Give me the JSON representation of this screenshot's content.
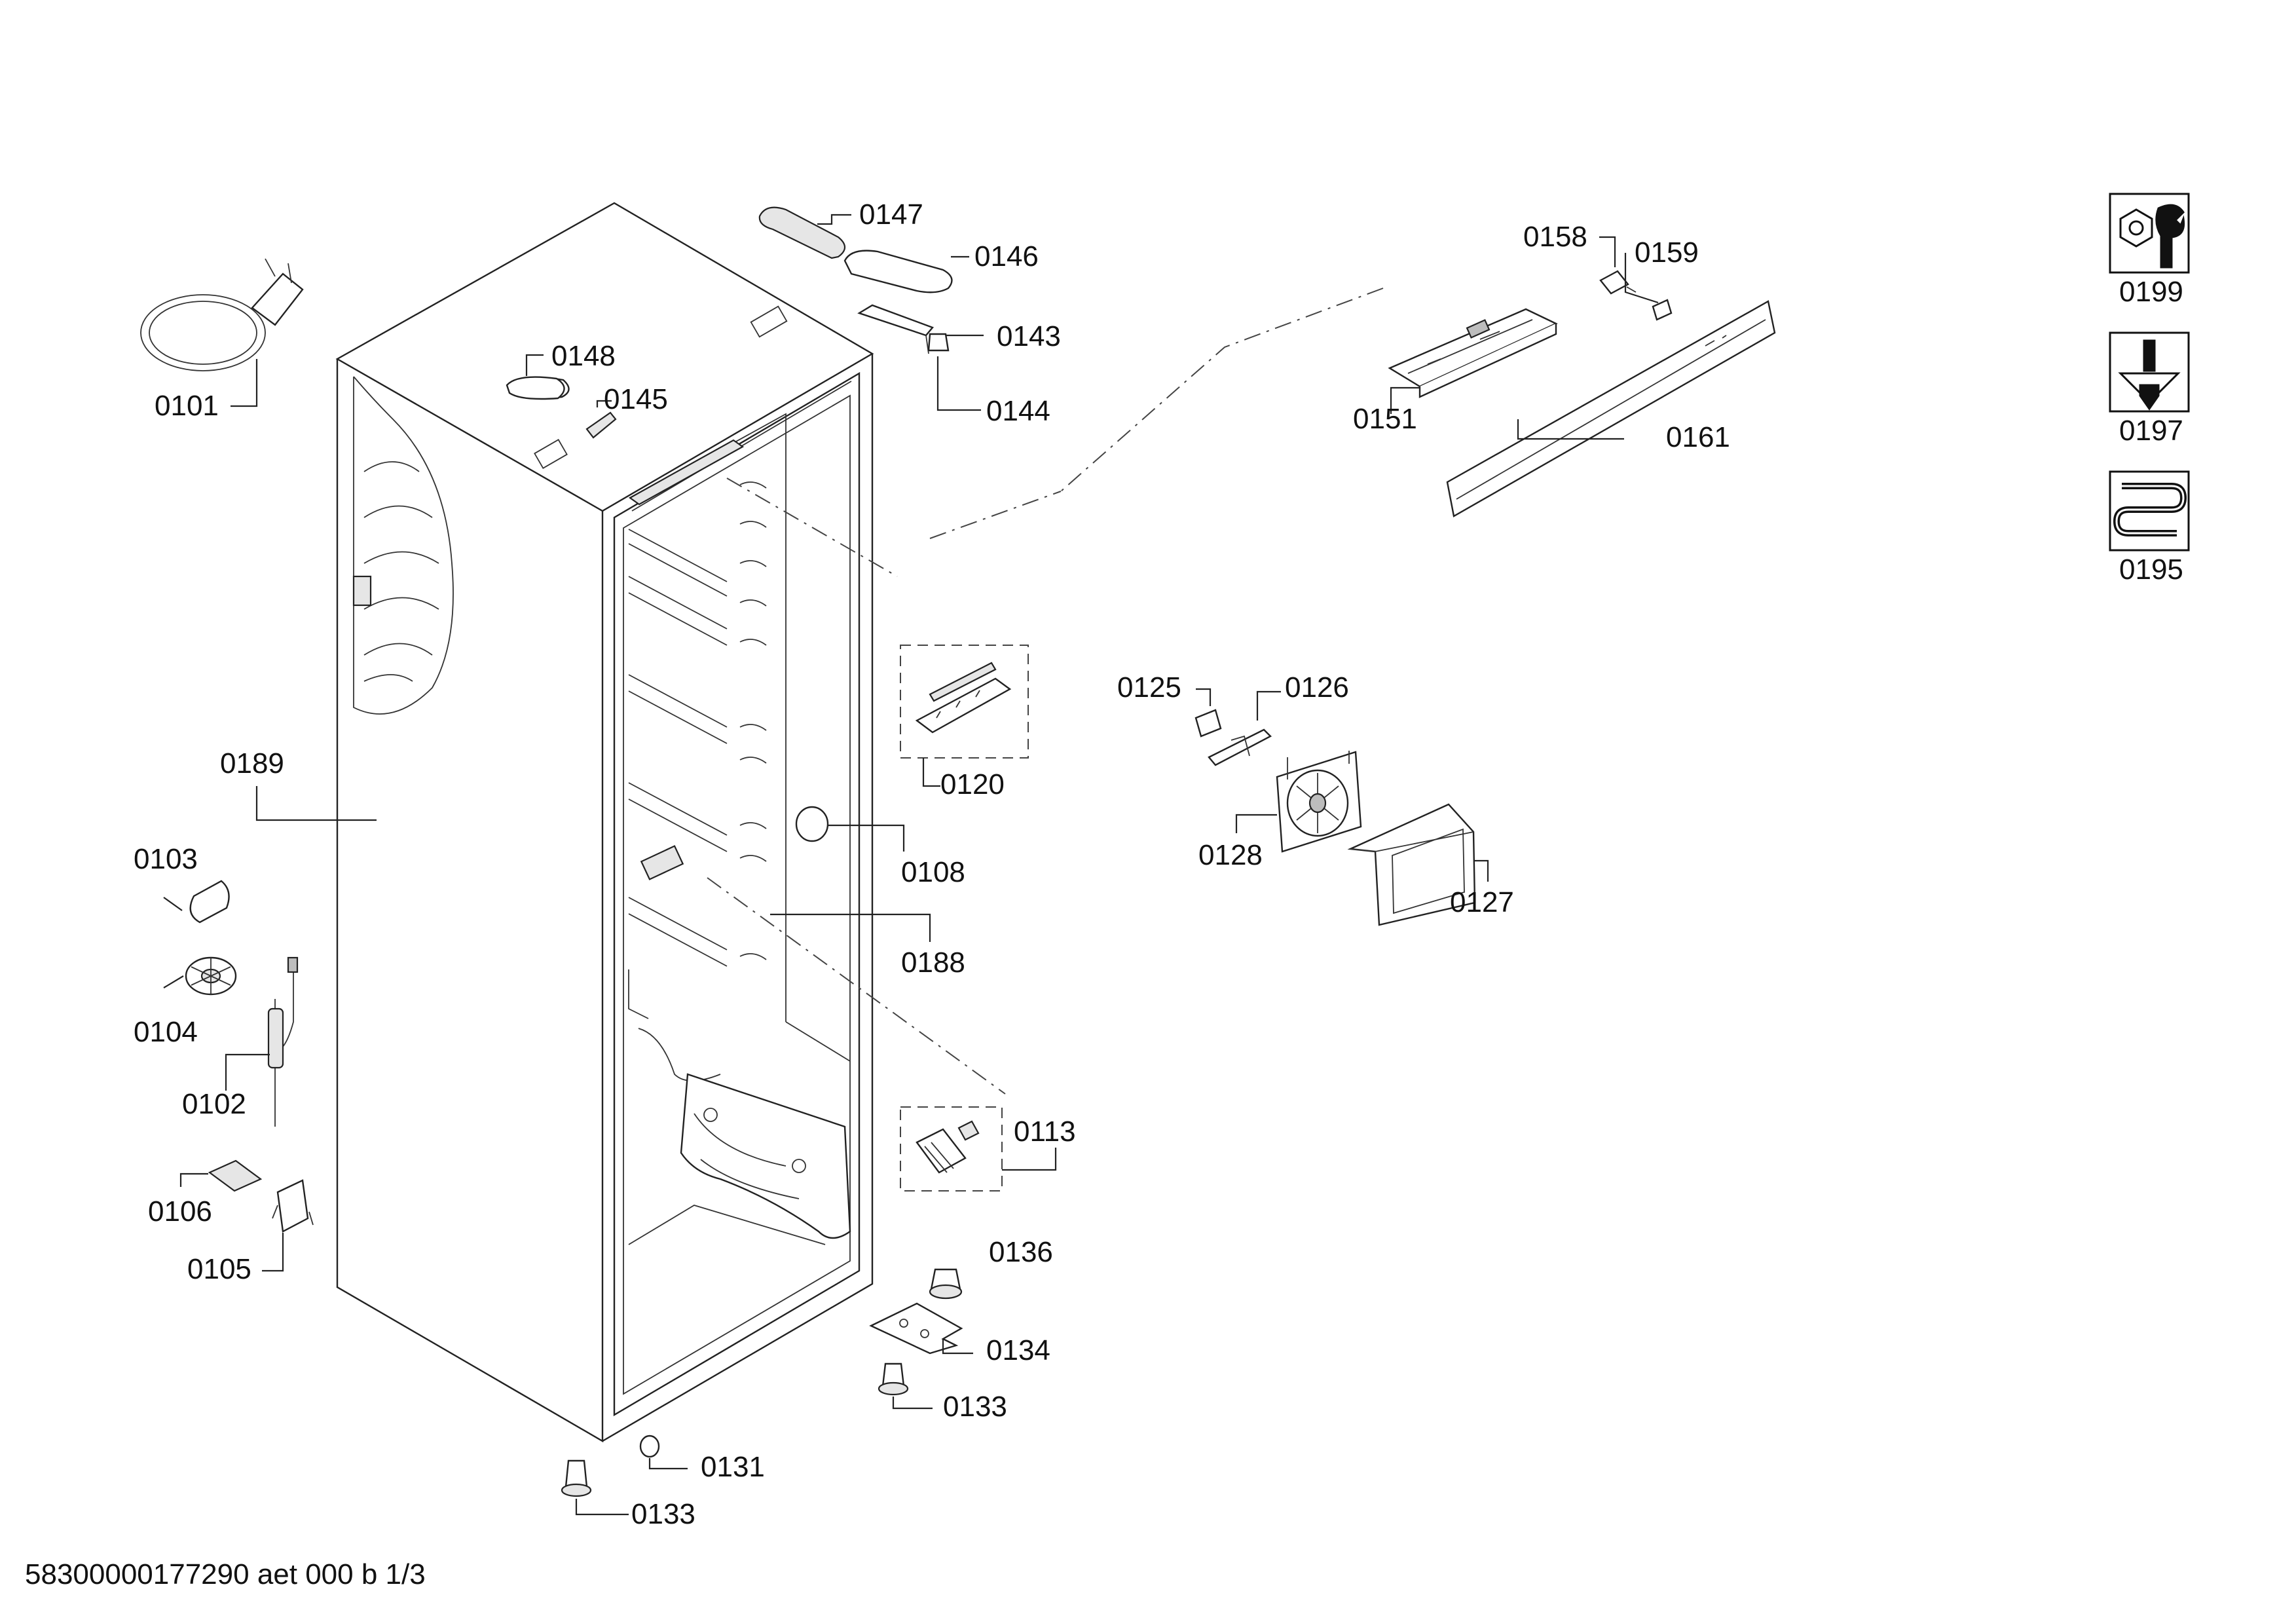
{
  "footer": {
    "document_code": "58300000177290 aet 000 b 1/3"
  },
  "callouts": {
    "c0101": "0101",
    "c0102": "0102",
    "c0103": "0103",
    "c0104": "0104",
    "c0105": "0105",
    "c0106": "0106",
    "c0108": "0108",
    "c0113": "0113",
    "c0120": "0120",
    "c0125": "0125",
    "c0126": "0126",
    "c0127": "0127",
    "c0128": "0128",
    "c0131": "0131",
    "c0133a": "0133",
    "c0133b": "0133",
    "c0134": "0134",
    "c0136": "0136",
    "c0143": "0143",
    "c0144": "0144",
    "c0145": "0145",
    "c0146": "0146",
    "c0147": "0147",
    "c0148": "0148",
    "c0151": "0151",
    "c0158": "0158",
    "c0159": "0159",
    "c0161": "0161",
    "c0188": "0188",
    "c0189": "0189"
  },
  "legend": {
    "tools": {
      "label": "0199",
      "icon": "wrench-nut-icon"
    },
    "screws": {
      "label": "0197",
      "icon": "screw-icon"
    },
    "heater": {
      "label": "0195",
      "icon": "heating-coil-icon"
    }
  }
}
